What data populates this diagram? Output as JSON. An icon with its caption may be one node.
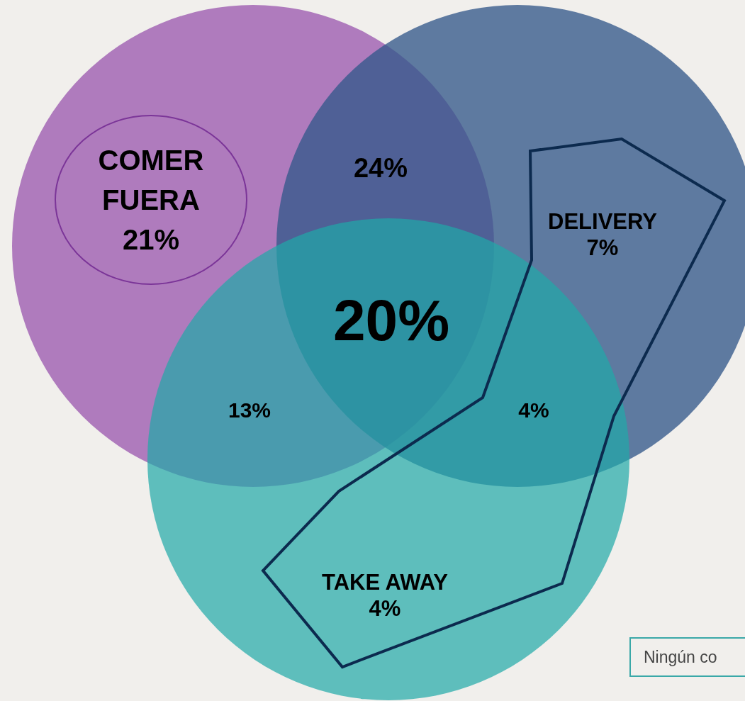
{
  "diagram": {
    "nodes": [
      {
        "text": [
          "COMER FUERA 21%"
        ]
      },
      {
        "text": [
          "Ningún co"
        ]
      }
    ],
    "labels": [
      "24%",
      "DELIVERY 7%",
      "20%",
      "13%",
      "4%",
      "TAKE AWAY 4%"
    ]
  }
}
